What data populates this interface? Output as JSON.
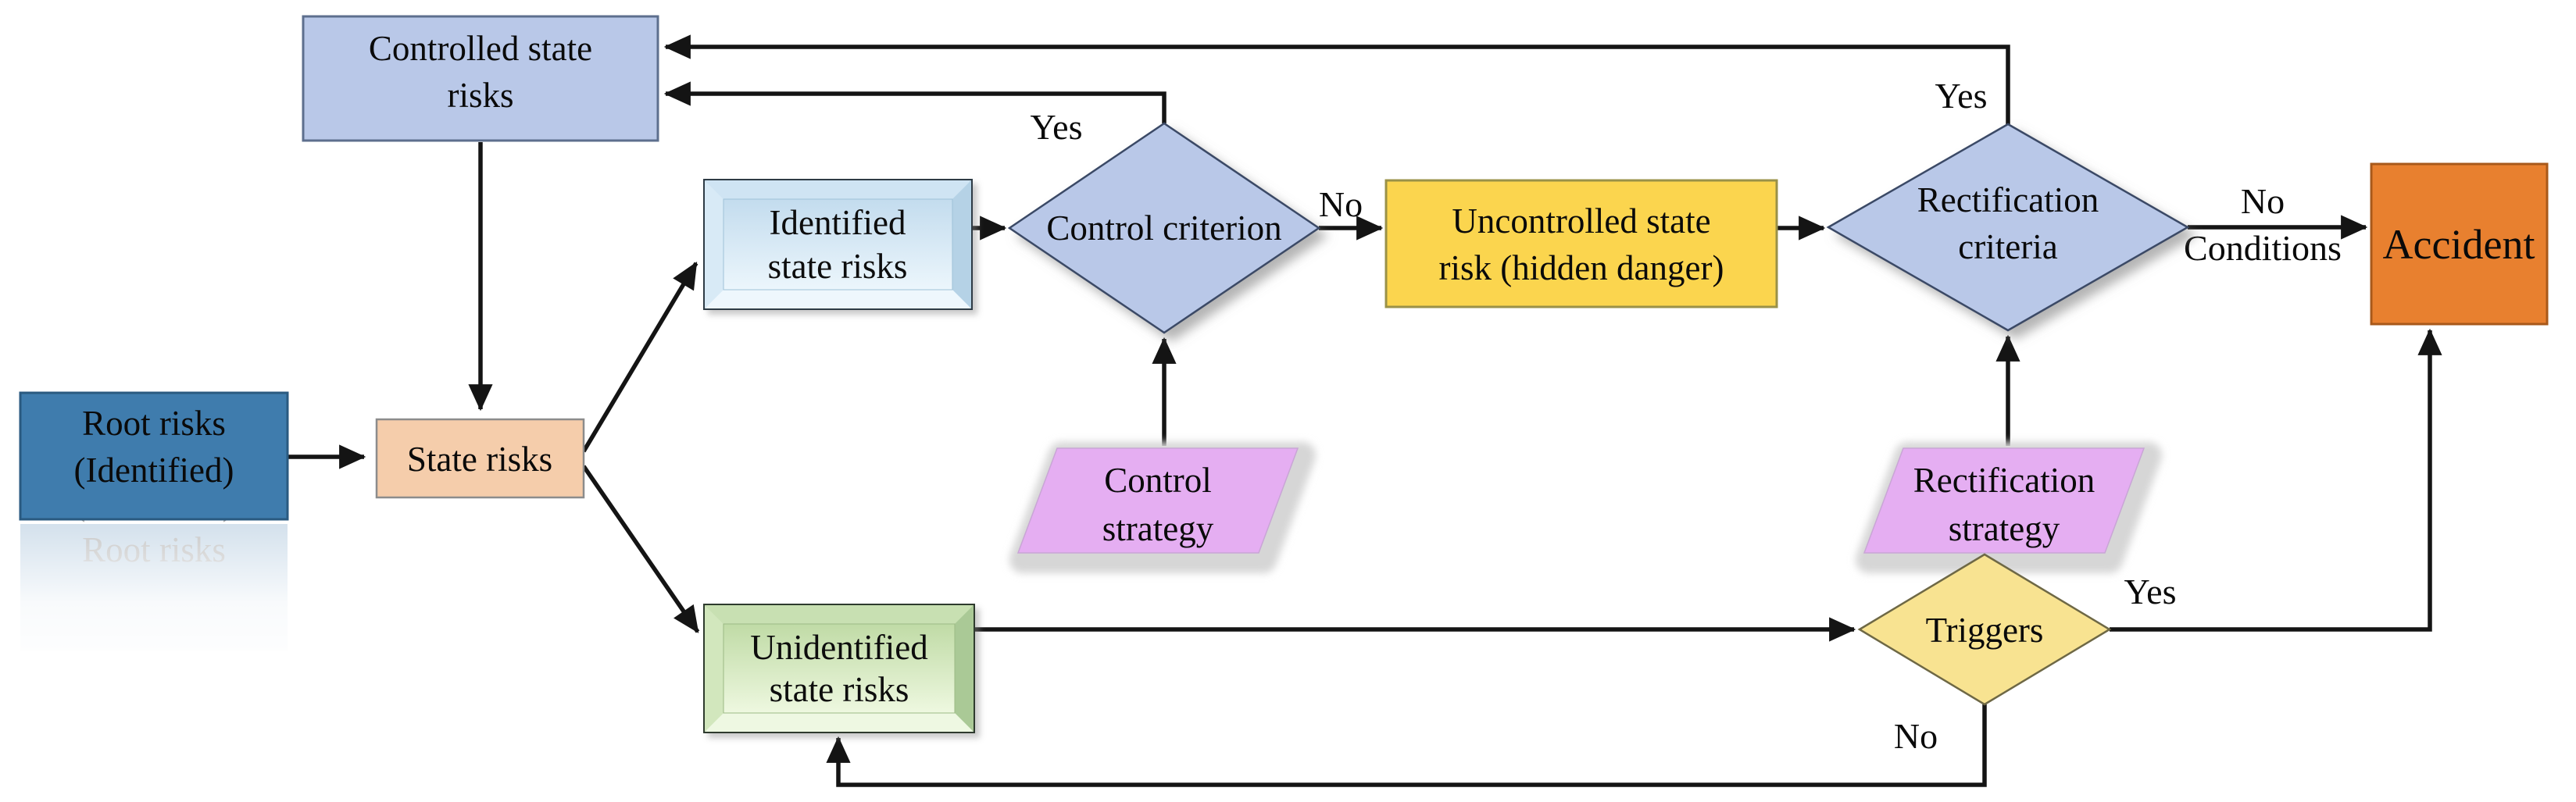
{
  "colors": {
    "background": "#ffffff",
    "periwinkle": "#b9c8e8",
    "steel_blue": "#3f7cad",
    "peach": "#f5cdab",
    "identified_blue_frame": "#c3ddee",
    "gold": "#fbd54e",
    "accident_orange": "#e8802f",
    "strategy_violet": "#e5aef2",
    "unidentified_green_frame": "#b9d5a5",
    "triggers_yellow": "#f8e391",
    "edge_black": "#141414"
  },
  "nodes": {
    "controlled_state_risks": {
      "line1": "Controlled state",
      "line2": "risks"
    },
    "root_risks": {
      "line1": "Root risks",
      "line2": "(Identified)"
    },
    "state_risks": {
      "label": "State risks"
    },
    "identified_state_risks": {
      "line1": "Identified",
      "line2": "state risks"
    },
    "control_criterion": {
      "label": "Control criterion"
    },
    "uncontrolled_state_risk": {
      "line1": "Uncontrolled state",
      "line2": "risk (hidden danger)"
    },
    "rectification_criteria": {
      "line1": "Rectification",
      "line2": "criteria"
    },
    "accident": {
      "label": "Accident"
    },
    "control_strategy": {
      "line1": "Control",
      "line2": "strategy"
    },
    "rectification_strategy": {
      "line1": "Rectification",
      "line2": "strategy"
    },
    "unidentified_state_risks": {
      "line1": "Unidentified",
      "line2": "state risks"
    },
    "triggers": {
      "label": "Triggers"
    }
  },
  "edge_labels": {
    "control_criterion_yes": "Yes",
    "control_criterion_no": "No",
    "rectification_yes": "Yes",
    "rectification_no_line1": "No",
    "rectification_no_line2": "Conditions",
    "triggers_yes": "Yes",
    "triggers_no": "No"
  }
}
